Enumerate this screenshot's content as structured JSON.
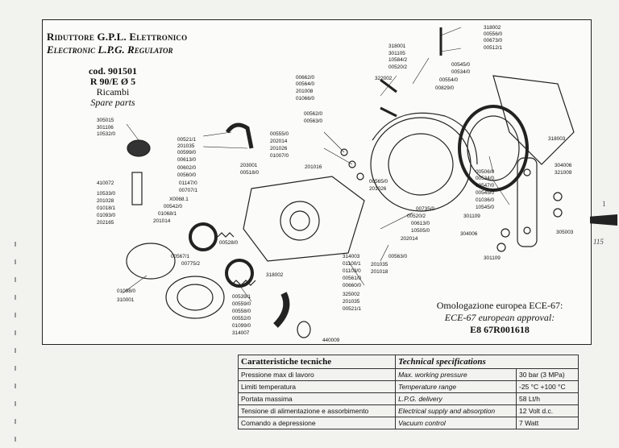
{
  "title_it": "Riduttore G.P.L. Elettronico",
  "title_en": "Electronic L.P.G. Regulator",
  "code": "cod. 901501",
  "model": "R 90/E Ø 5",
  "ricambi": "Ricambi",
  "spare_parts": "Spare parts",
  "homologation": {
    "it": "Omologazione europea ECE-67:",
    "en": "ECE-67 european approval:",
    "number": "E8 67R001618"
  },
  "margin": {
    "one": "1",
    "page": "115"
  },
  "parts": [
    "318002",
    "00556/0",
    "00673/0",
    "00512/1",
    "318001",
    "301105",
    "10584/2",
    "00520/2",
    "00545/0",
    "00534/0",
    "00554/0",
    "00829/0",
    "322002",
    "00662/0",
    "00564/0",
    "201008",
    "01066/0",
    "00562/0",
    "00563/0",
    "318003",
    "305015",
    "301106",
    "10532/0",
    "00521/1",
    "201035",
    "00599/0",
    "00613/0",
    "00602/0",
    "00560/0",
    "01147/0",
    "00707/1",
    "X0068.1",
    "00542/0",
    "01068/1",
    "201014",
    "00555/0",
    "202014",
    "201026",
    "01007/0",
    "203001",
    "00518/0",
    "201016",
    "00565/0",
    "201026",
    "00506/0",
    "00534/0",
    "00547/0",
    "00545/0",
    "01036/0",
    "10545/0",
    "301109",
    "304006",
    "321009",
    "410072",
    "10533/0",
    "201028",
    "01018/1",
    "01093/0",
    "202165",
    "00735/0",
    "00520/2",
    "00613/0",
    "10505/0",
    "202014",
    "00563/0",
    "201035",
    "201018",
    "00528/0",
    "00567/1",
    "00775/2",
    "314003",
    "01100/1",
    "01103/0",
    "00561/0",
    "00660/0",
    "325002",
    "201035",
    "00521/1",
    "318002",
    "304006",
    "305003",
    "301109",
    "01098/0",
    "310001",
    "00539/1",
    "00559/0",
    "00558/0",
    "00552/0",
    "01099/0",
    "314007",
    "440009"
  ],
  "specs": {
    "header_it": "Caratteristiche tecniche",
    "header_en": "Technical specifications",
    "rows": [
      {
        "it": "Pressione max di lavoro",
        "en": "Max. working pressure",
        "value": "30 bar (3 MPa)"
      },
      {
        "it": "Limiti temperatura",
        "en": "Temperature range",
        "value": "-25 °C +100 °C"
      },
      {
        "it": "Portata massima",
        "en": "L.P.G. delivery",
        "value": "58 Lt/h"
      },
      {
        "it": "Tensione di alimentazione e assorbimento",
        "en": "Electrical supply and absorption",
        "value": "12 Volt d.c."
      },
      {
        "it": "Comando a depressione",
        "en": "Vacuum control",
        "value": "7 Watt"
      }
    ]
  }
}
